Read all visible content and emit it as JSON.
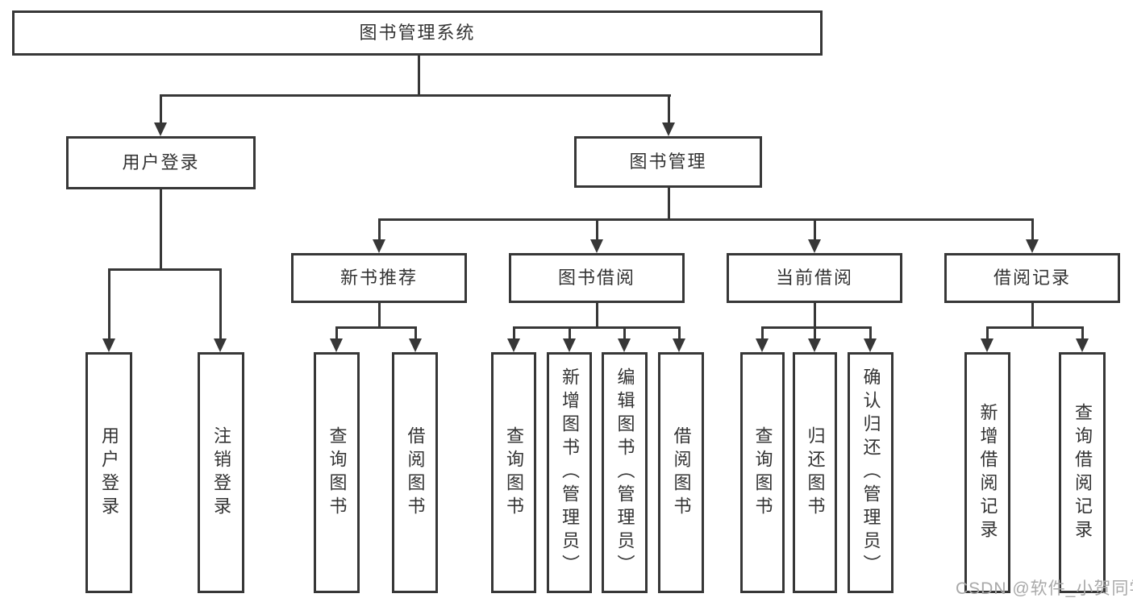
{
  "tree": {
    "label": "图书管理系统",
    "children": [
      {
        "label": "用户登录",
        "children": [
          {
            "label": "用户登录"
          },
          {
            "label": "注销登录"
          }
        ]
      },
      {
        "label": "图书管理",
        "children": [
          {
            "label": "新书推荐",
            "children": [
              {
                "label": "查询图书"
              },
              {
                "label": "借阅图书"
              }
            ]
          },
          {
            "label": "图书借阅",
            "children": [
              {
                "label": "查询图书"
              },
              {
                "label": "新增图书（管理员）"
              },
              {
                "label": "编辑图书（管理员）"
              },
              {
                "label": "借阅图书"
              }
            ]
          },
          {
            "label": "当前借阅",
            "children": [
              {
                "label": "查询图书"
              },
              {
                "label": "归还图书"
              },
              {
                "label": "确认归还（管理员）"
              }
            ]
          },
          {
            "label": "借阅记录",
            "children": [
              {
                "label": "新增借阅记录"
              },
              {
                "label": "查询借阅记录"
              }
            ]
          }
        ]
      }
    ]
  },
  "watermark": "CSDN @软件_小贺同学",
  "colors": {
    "line": "#373737",
    "text": "#333333",
    "watermark": "#a9a9a9",
    "background": "#ffffff"
  }
}
